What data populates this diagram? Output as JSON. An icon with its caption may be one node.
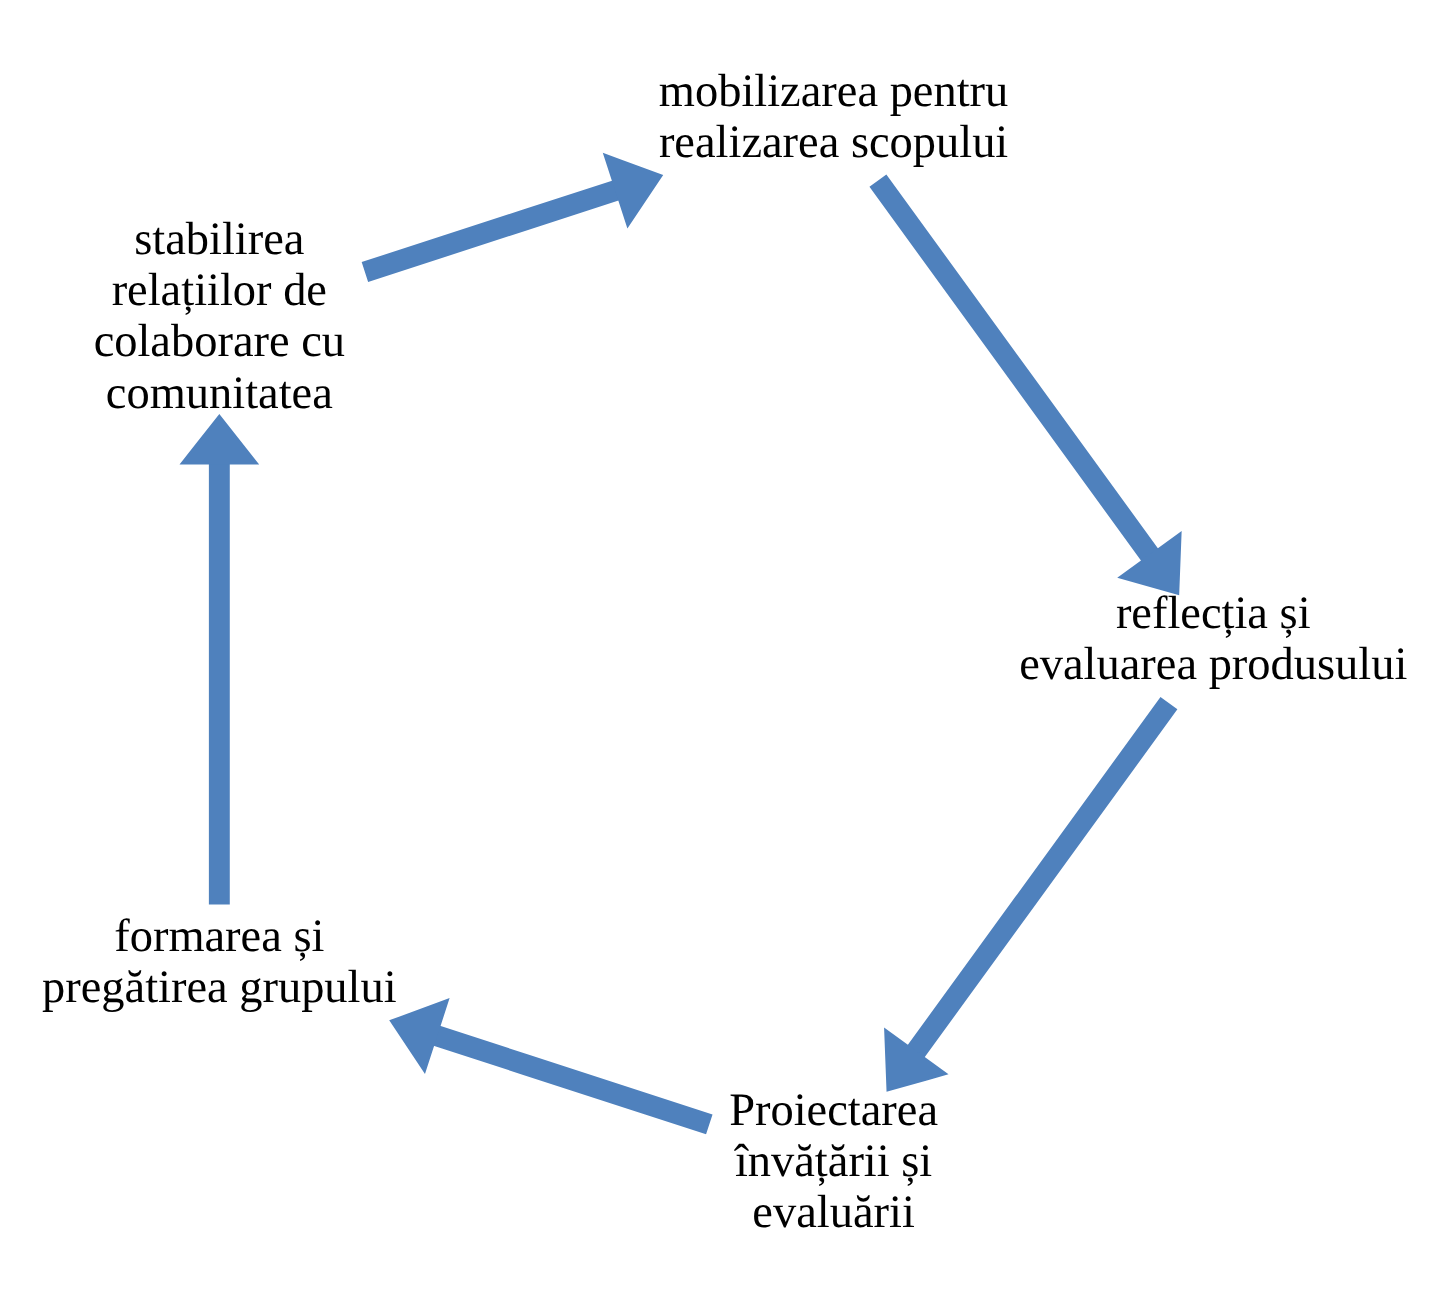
{
  "diagram": {
    "nodes": [
      {
        "text": [
          "Proiectarea învățării și evaluării"
        ]
      },
      {
        "text": [
          "formarea și pregătirea grupului"
        ]
      },
      {
        "text": [
          "stabilirea relațiilor de colaborare cu comunitatea"
        ]
      },
      {
        "text": [
          "mobilizarea pentru realizarea scopului"
        ]
      },
      {
        "text": [
          "reflecția și evaluarea produsului"
        ]
      }
    ],
    "edges": [
      {
        "from": 0,
        "to": 1,
        "arrow": "to"
      },
      {
        "from": 1,
        "to": 2,
        "arrow": "to"
      },
      {
        "from": 2,
        "to": 3,
        "arrow": "to"
      },
      {
        "from": 3,
        "to": 4,
        "arrow": "to"
      },
      {
        "from": 4,
        "to": 0,
        "arrow": "to"
      }
    ]
  }
}
